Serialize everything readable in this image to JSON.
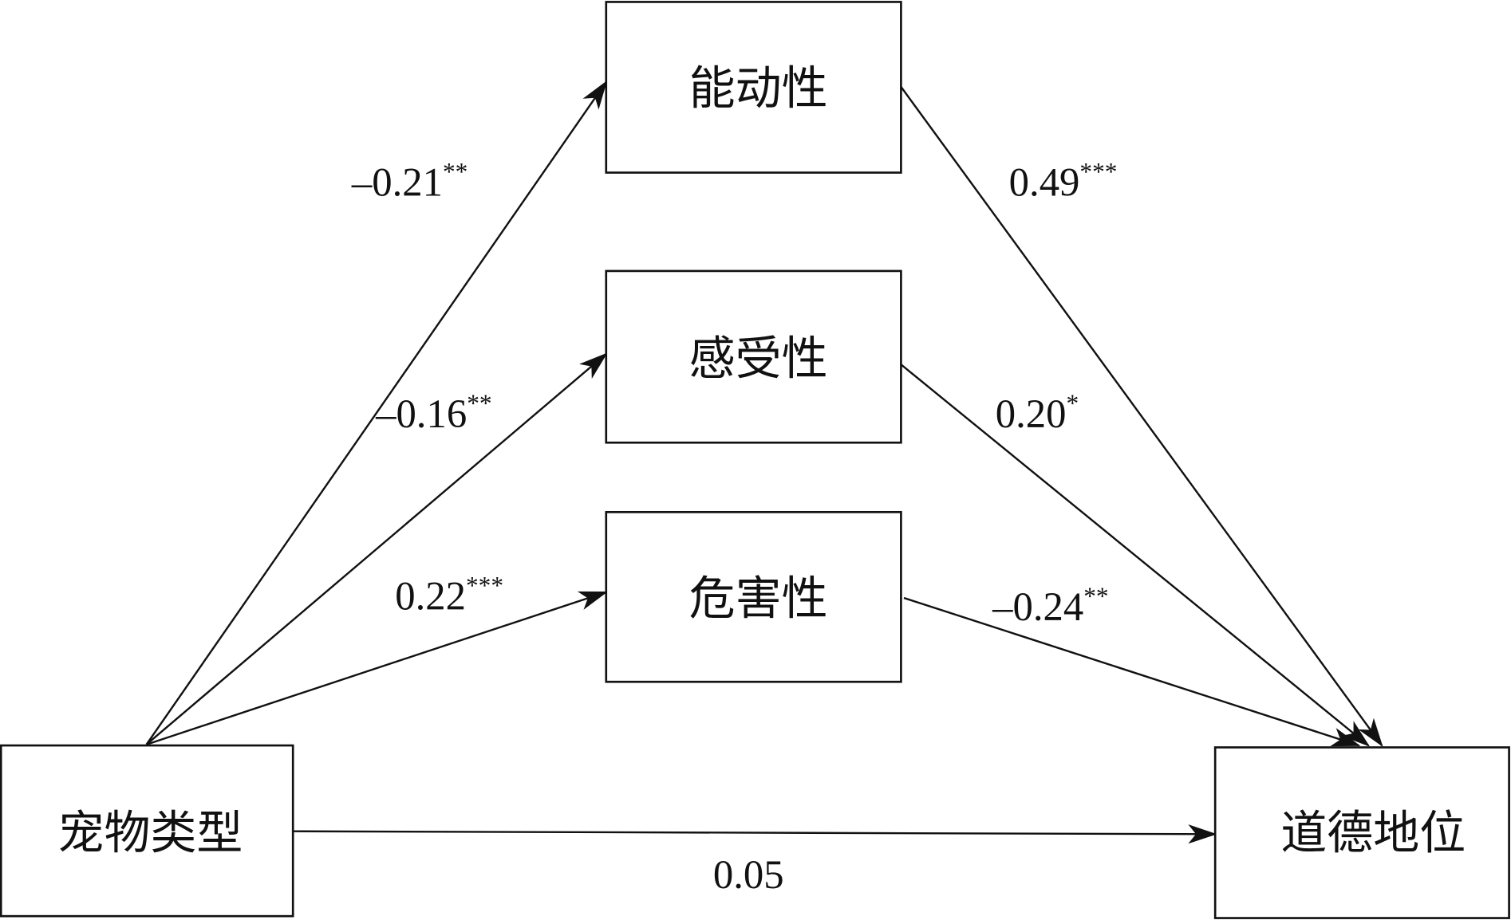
{
  "nodes": {
    "pet_type": "宠物类型",
    "agency": "能动性",
    "sentience": "感受性",
    "harm": "危害性",
    "moral_status": "道德地位"
  },
  "paths": {
    "pet_to_agency": {
      "value": "–0.21",
      "sig": "**"
    },
    "pet_to_sentience": {
      "value": "–0.16",
      "sig": "**"
    },
    "pet_to_harm": {
      "value": "0.22",
      "sig": "***"
    },
    "agency_to_moral": {
      "value": "0.49",
      "sig": "***"
    },
    "sentience_to_moral": {
      "value": "0.20",
      "sig": "*"
    },
    "harm_to_moral": {
      "value": "–0.24",
      "sig": "**"
    },
    "pet_to_moral": {
      "value": "0.05",
      "sig": ""
    }
  }
}
